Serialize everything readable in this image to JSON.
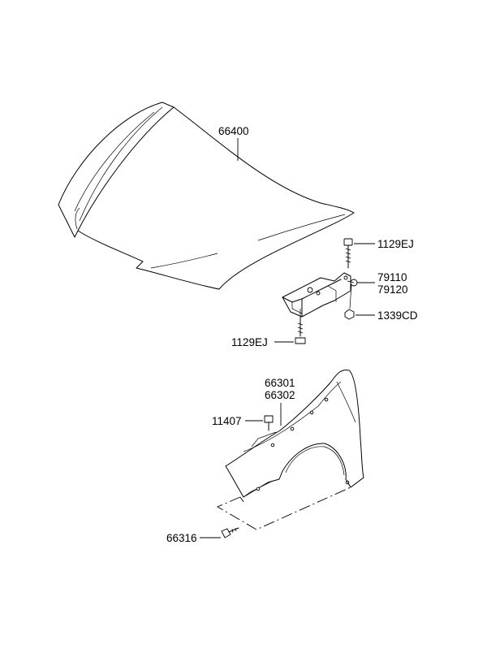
{
  "labels": {
    "hood_panel": "66400",
    "hinge_bolt_top": "1129EJ",
    "hinge_lh": "79110",
    "hinge_rh": "79120",
    "hinge_nut": "1339CD",
    "hinge_bolt_bottom": "1129EJ",
    "fender_lh": "66301",
    "fender_rh": "66302",
    "fender_bolt": "11407",
    "fender_screw": "66316"
  }
}
